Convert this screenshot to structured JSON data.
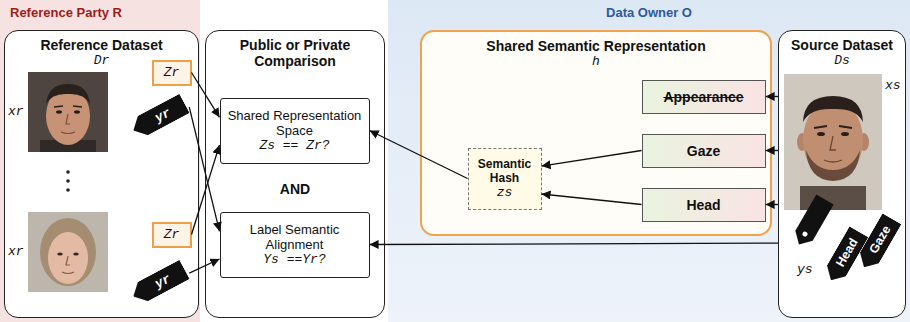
{
  "diagram": {
    "nodes": [
      {
        "text": [
          "Reference Party R"
        ]
      },
      {
        "text": [
          "Reference Dataset",
          "Dr"
        ],
        "in": 0
      },
      {
        "text": [
          "Zr"
        ],
        "in": 1
      },
      {
        "text": [
          "yr"
        ],
        "in": 1
      },
      {
        "text": [
          "Zr"
        ],
        "in": 1
      },
      {
        "text": [
          "yr"
        ],
        "in": 1
      },
      {
        "text": [
          "Public or Private Comparison"
        ]
      },
      {
        "text": [
          "Shared Representation Space",
          "Zs == Zr?"
        ],
        "in": 6
      },
      {
        "text": [
          "Label Semantic Alignment",
          "Ys ==Yr?"
        ],
        "in": 6
      },
      {
        "text": [
          "Data Owner O"
        ]
      },
      {
        "text": [
          "Shared Semantic Representation",
          "h"
        ],
        "in": 9
      },
      {
        "text": [
          "Appearance"
        ],
        "in": 10
      },
      {
        "text": [
          "Gaze"
        ],
        "in": 10
      },
      {
        "text": [
          "Head"
        ],
        "in": 10
      },
      {
        "text": [
          "Semantic Hash",
          "zs"
        ],
        "in": 10
      },
      {
        "text": [
          "Source Dataset",
          "Ds"
        ],
        "in": 9
      },
      {
        "text": [
          "Head"
        ],
        "in": 15
      },
      {
        "text": [
          "Gaze"
        ],
        "in": 15
      }
    ],
    "edges": [
      {
        "from": 2,
        "to": 7,
        "arrow": "to"
      },
      {
        "from": 3,
        "to": 8,
        "arrow": "to"
      },
      {
        "from": 4,
        "to": 7,
        "arrow": "to"
      },
      {
        "from": 5,
        "to": 8,
        "arrow": "to"
      },
      {
        "from": 15,
        "to": 11,
        "arrow": "to"
      },
      {
        "from": 15,
        "to": 12,
        "arrow": "to"
      },
      {
        "from": 15,
        "to": 13,
        "arrow": "to"
      },
      {
        "from": 12,
        "to": 14,
        "arrow": "to"
      },
      {
        "from": 13,
        "to": 14,
        "arrow": "to"
      },
      {
        "from": 14,
        "to": 7,
        "arrow": "to"
      },
      {
        "from": 15,
        "to": 8,
        "arrow": "to"
      }
    ],
    "labels": [
      "xr",
      "xr",
      "AND",
      "xs",
      "ys"
    ]
  }
}
